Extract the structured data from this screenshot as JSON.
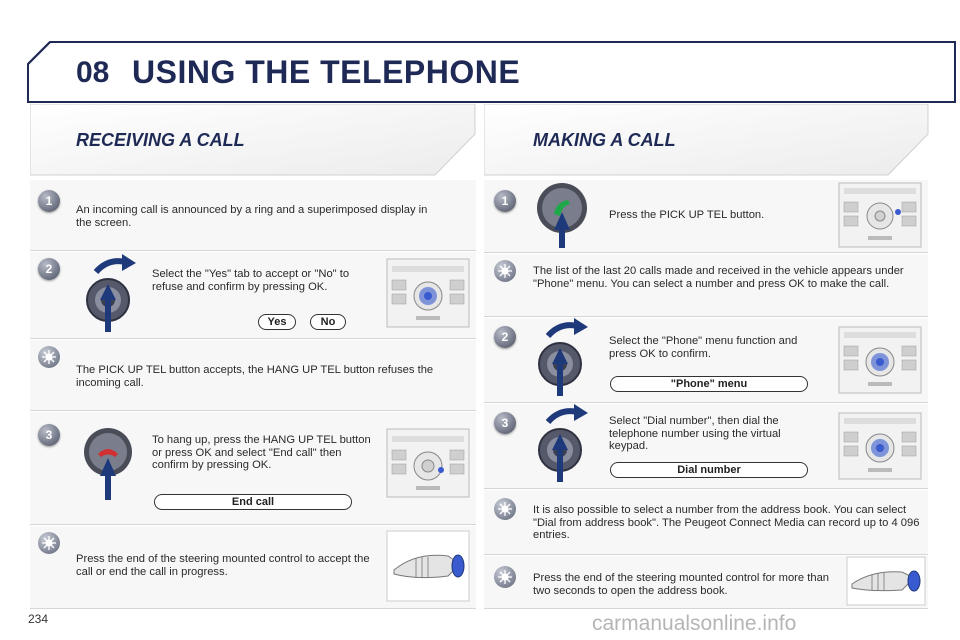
{
  "header": {
    "chapter": "08",
    "title": "USING THE TELEPHONE"
  },
  "left": {
    "title": "RECEIVING A CALL",
    "step1_text": "An incoming call is announced by a ring and a superimposed display in the screen.",
    "step2_text": "Select the \"Yes\" tab to accept or \"No\" to refuse and confirm by pressing OK.",
    "yes_label": "Yes",
    "no_label": "No",
    "tip1_text": "The PICK UP TEL button accepts, the HANG UP TEL button refuses the incoming call.",
    "step3_text": "To hang up, press the HANG UP TEL button or press OK and select \"End call\" then confirm by pressing OK.",
    "end_call_label": "End call",
    "tip2_text": "Press the end of the steering mounted control to accept the call or end the call in progress."
  },
  "right": {
    "title": "MAKING A CALL",
    "step1_text": "Press the PICK UP TEL button.",
    "tip1_text": "The list of the last 20 calls made and received in the vehicle appears under \"Phone\" menu. You can select a number and press OK to make the call.",
    "step2_text": "Select the \"Phone\" menu function and press OK to confirm.",
    "phone_menu_label": "\"Phone\" menu",
    "step3_text": "Select \"Dial number\", then dial the telephone number using the virtual keypad.",
    "dial_number_label": "Dial number",
    "tip2_text": "It is also possible to select a number from the address book. You can select \"Dial from address book\". The Peugeot Connect Media can record up to 4 096 entries.",
    "tip3_text": "Press the end of the steering mounted control for more than two seconds to open the address book."
  },
  "steps": {
    "one": "1",
    "two": "2",
    "three": "3"
  },
  "footer": {
    "page": "234",
    "watermark": "carmanualsonline.info"
  },
  "icons": [
    "pick-up-tel-icon",
    "hang-up-tel-icon",
    "rotary-knob-icon",
    "radio-unit-icon",
    "steering-control-icon",
    "tip-icon"
  ],
  "colors": {
    "title": "#1e2a55",
    "arrow": "#1f3a7a",
    "knob_highlight": "#3a5bd0"
  }
}
